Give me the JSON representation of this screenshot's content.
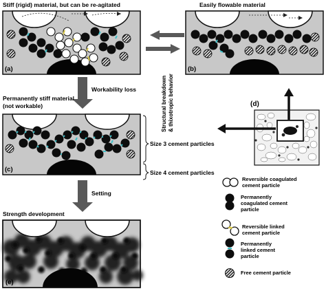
{
  "panels": {
    "a": {
      "caption": "Stiff (rigid) material, but can be re-agitated",
      "tag": "(a)"
    },
    "b": {
      "caption": "Easily flowable material",
      "tag": "(b)"
    },
    "c": {
      "caption": "Permanently stiff material\n(not workable)",
      "tag": "(c)"
    },
    "d": {
      "tag": "(d)"
    },
    "e": {
      "caption": "Strength development",
      "tag": "(e)"
    }
  },
  "arrows": {
    "workability_loss": "Workability loss",
    "setting": "Setting",
    "breakdown": "Structural breakdown\n& thixotropic behavior"
  },
  "brackets": {
    "size3": "Size 3 cement particles",
    "size4": "Size 4 cement particles"
  },
  "legend": [
    {
      "key": "reversible-coagulated",
      "text": "Reversible coagulated\ncement particle"
    },
    {
      "key": "permanently-coagulated",
      "text": "Permanently\ncoagulated cement\nparticle"
    },
    {
      "key": "reversible-linked",
      "text": "Reversible linked\ncement particle"
    },
    {
      "key": "permanently-linked",
      "text": "Permanently\nlinked cement\nparticle"
    },
    {
      "key": "free",
      "text": "Free cement particle"
    }
  ],
  "colors": {
    "box_fill": "#c8c8c8",
    "particle_black": "#0d0d0d",
    "link_cyan": "#3fc0c8",
    "link_yellow": "#d8c84a",
    "arrow_gray": "#595959"
  }
}
